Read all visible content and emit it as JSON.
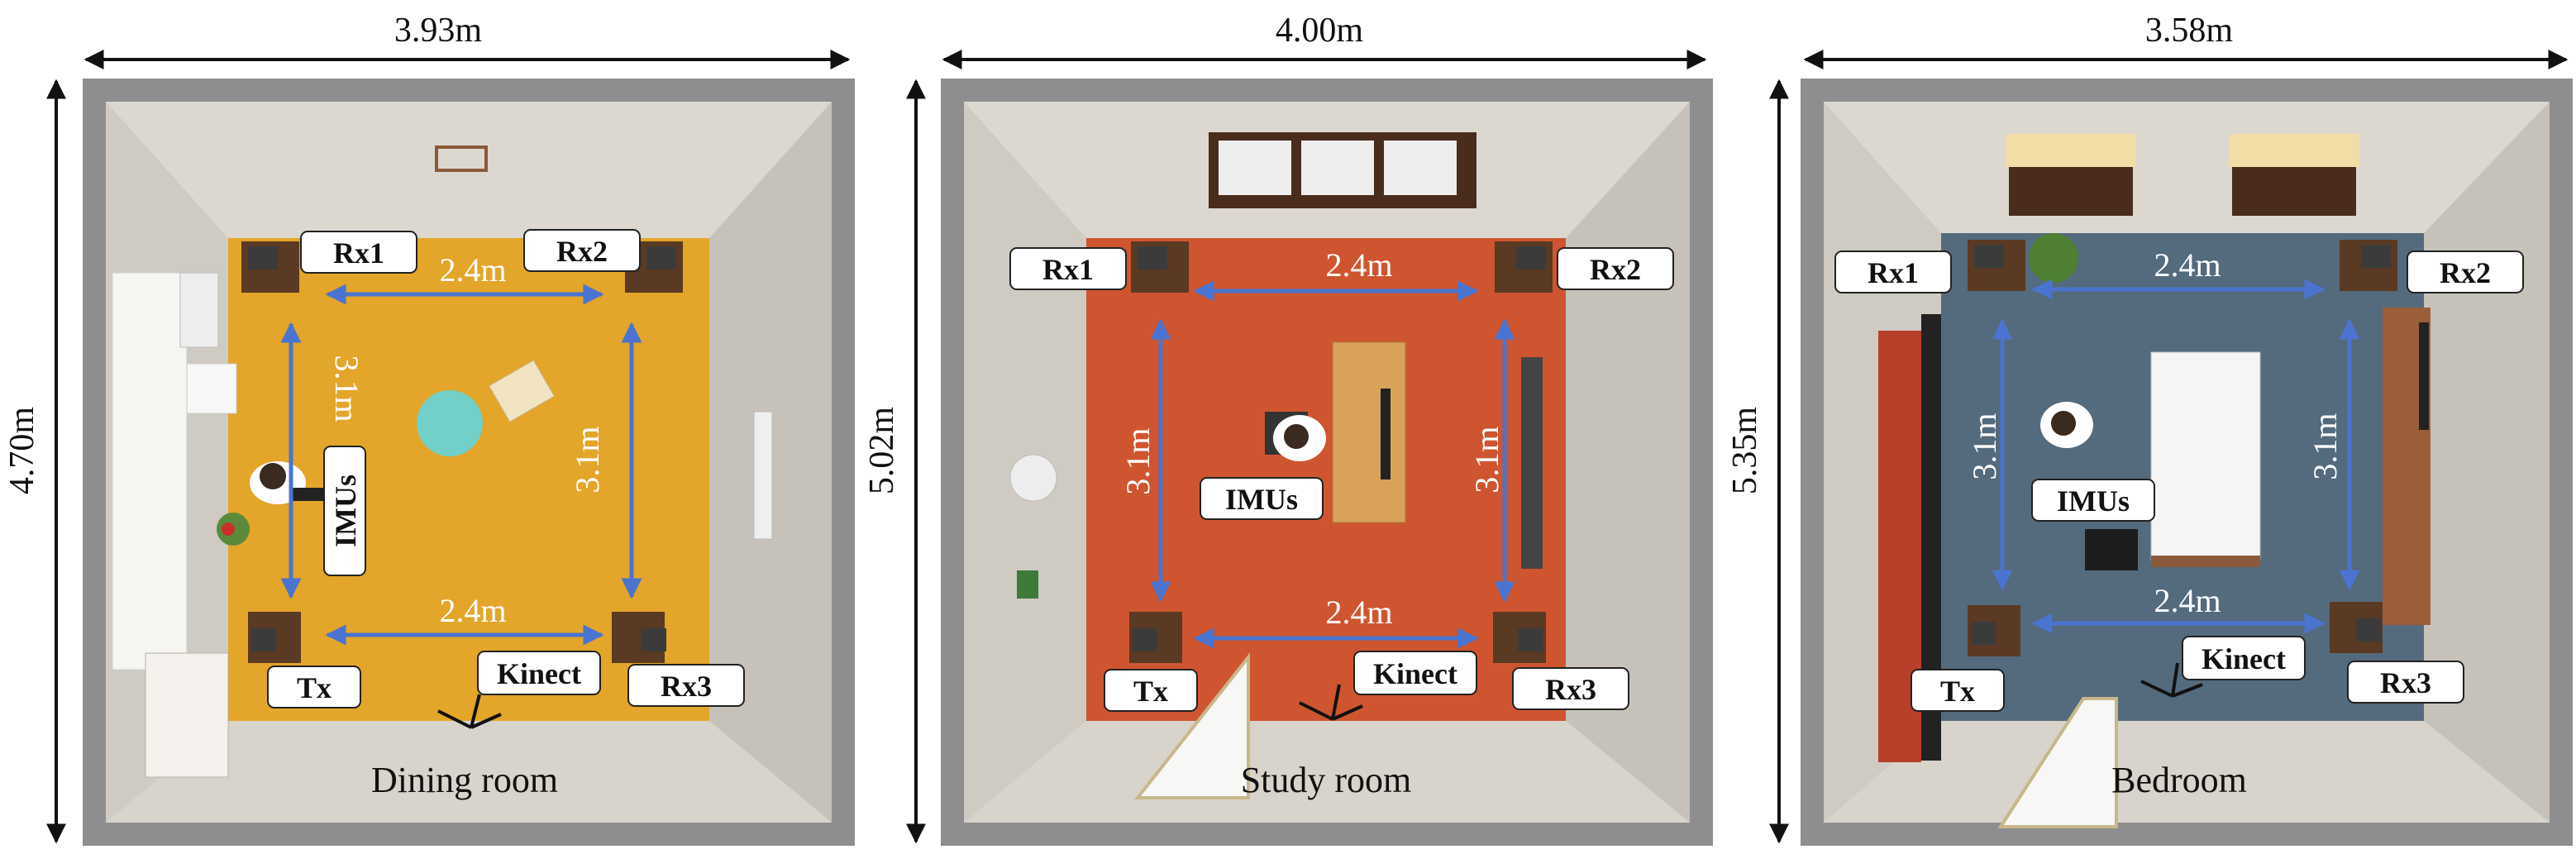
{
  "rooms": [
    {
      "name": "Dining room",
      "width": "3.93m",
      "height": "4.70m",
      "floor_color": "#E3A52A",
      "labels": {
        "rx1": "Rx1",
        "rx2": "Rx2",
        "rx3": "Rx3",
        "tx": "Tx",
        "kinect": "Kinect",
        "imus": "IMUs"
      },
      "spans": {
        "top": "2.4m",
        "bottom": "2.4m",
        "left": "3.1m",
        "right": "3.1m"
      }
    },
    {
      "name": "Study room",
      "width": "4.00m",
      "height": "5.02m",
      "floor_color": "#CF5530",
      "labels": {
        "rx1": "Rx1",
        "rx2": "Rx2",
        "rx3": "Rx3",
        "tx": "Tx",
        "kinect": "Kinect",
        "imus": "IMUs"
      },
      "spans": {
        "top": "2.4m",
        "bottom": "2.4m",
        "left": "3.1m",
        "right": "3.1m"
      }
    },
    {
      "name": "Bedroom",
      "width": "3.58m",
      "height": "5.35m",
      "floor_color": "#546A7D",
      "labels": {
        "rx1": "Rx1",
        "rx2": "Rx2",
        "rx3": "Rx3",
        "tx": "Tx",
        "kinect": "Kinect",
        "imus": "IMUs"
      },
      "spans": {
        "top": "2.4m",
        "bottom": "2.4m",
        "left": "3.1m",
        "right": "3.1m"
      }
    }
  ],
  "colors": {
    "arrow": "#4A74CF",
    "wall": "#8E8E90",
    "inner_wall": "#D7D3CB"
  }
}
